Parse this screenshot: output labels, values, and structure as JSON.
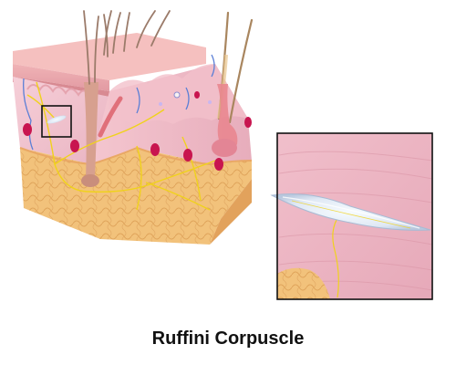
{
  "title": "Ruffini Corpuscle",
  "colors": {
    "epidermis": "#e9a2a8",
    "dermis": "#f3c5cf",
    "fat": "#f3c27a",
    "nerve": "#f0d21c",
    "vessel": "#c8154f",
    "hair": "#9b7b6a",
    "frame": "#111111",
    "capsule": "#dfe8f4"
  },
  "icons": [
    "skin-block-illustration",
    "hair-shaft",
    "nerve-fiber",
    "blood-vessel",
    "fat-lobule",
    "ruffini-corpuscle",
    "magnified-inset"
  ]
}
